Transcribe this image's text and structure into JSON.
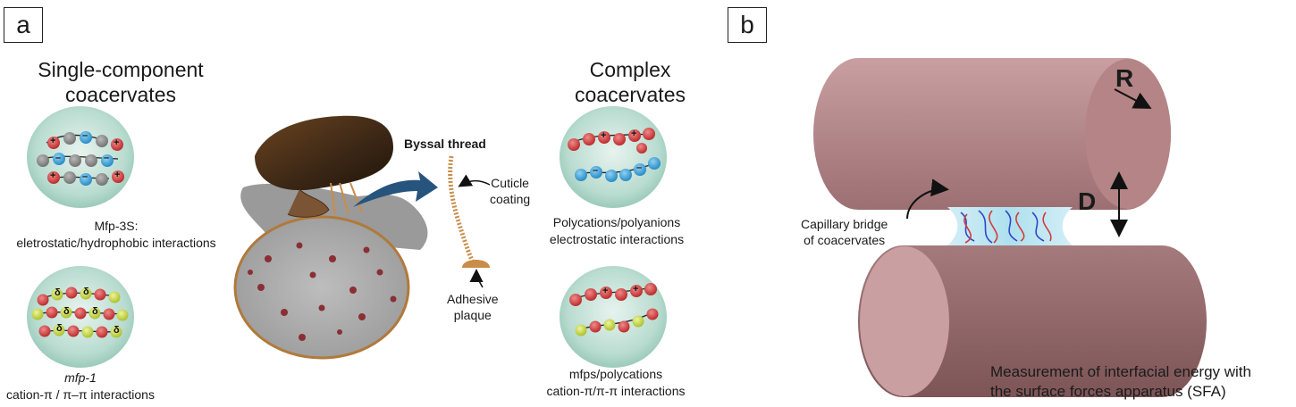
{
  "panels": {
    "a": "a",
    "b": "b"
  },
  "panel_a": {
    "single_heading": [
      "Single-component",
      "coacervates"
    ],
    "complex_heading": [
      "Complex",
      "coacervates"
    ],
    "droplets": [
      {
        "caption": [
          "Mfp-3S:",
          "eletrostatic/hydrophobic interactions"
        ]
      },
      {
        "caption": [
          "mfp-1",
          "cation-π / π–π interactions"
        ]
      },
      {
        "caption": [
          "Polycations/polyanions",
          "electrostatic interactions"
        ]
      },
      {
        "caption": [
          "mfps/polycations",
          "cation-π/π-π interactions"
        ]
      }
    ],
    "mussel_labels": {
      "byssal_thread": "Byssal thread",
      "cuticle": [
        "Cuticle",
        "coating"
      ],
      "plaque": [
        "Adhesive",
        "plaque"
      ]
    },
    "glyphs": {
      "plus": "+",
      "minus": "–",
      "delta": "δ"
    }
  },
  "panel_b": {
    "radius_label": "R",
    "distance_label": "D",
    "bridge_label": [
      "Capillary bridge",
      "of coacervates"
    ],
    "caption": [
      "Measurement of interfacial energy with",
      "the surface forces apparatus (SFA)"
    ]
  },
  "colors": {
    "droplet": "#b9dcd0",
    "cation": "#d23a3a",
    "anion": "#3a9fd6",
    "neutral": "#8a8a8a",
    "aromatic": "#c6d83a",
    "cylinder": "#b98a8c",
    "shell": "#3a2615",
    "plaque": "#c98d4a"
  }
}
